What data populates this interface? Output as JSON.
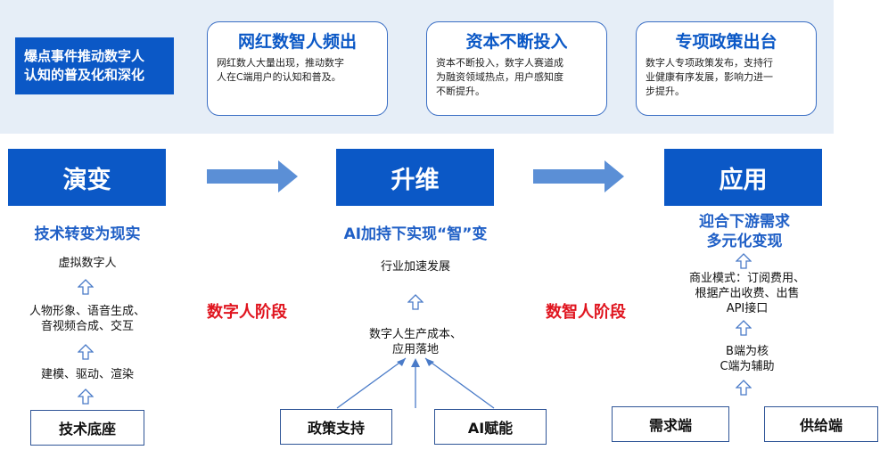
{
  "top": {
    "label": "爆点事件推动数字人\n认知的普及化和深化",
    "cards": [
      {
        "title": "网红数智人频出",
        "desc": "网红数人大量出现，推动数字\n人在C端用户的认知和普及。"
      },
      {
        "title": "资本不断投入",
        "desc": "资本不断投入，数字人赛道成\n为融资领域热点，用户感知度\n不断提升。"
      },
      {
        "title": "专项政策出台",
        "desc": "数字人专项政策发布，支持行\n业健康有序发展，影响力进一\n步提升。"
      }
    ]
  },
  "stages": [
    {
      "title": "演变",
      "subtitle": "技术转变为现实"
    },
    {
      "title": "升维",
      "subtitle": "AI加持下实现“智”变"
    },
    {
      "title": "应用",
      "subtitle": "迎合下游需求\n多元化变现"
    }
  ],
  "phases": {
    "left": "数字人阶段",
    "right": "数智人阶段"
  },
  "col1": {
    "steps": [
      "虚拟数字人",
      "人物形象、语音生成、\n音视频合成、交互",
      "建模、驱动、渲染"
    ],
    "base": "技术底座"
  },
  "col2": {
    "steps": [
      "行业加速发展",
      "数字人生产成本、\n应用落地"
    ],
    "bases": [
      "政策支持",
      "AI赋能"
    ]
  },
  "col3": {
    "steps": [
      "商业模式：订阅费用、\n根据产出收费、出售\nAPI接口",
      "B端为核\nC端为辅助"
    ],
    "bases": [
      "需求端",
      "供给端"
    ]
  },
  "colors": {
    "primary": "#0b58c6",
    "accent_red": "#e0141e",
    "arrow": "#5b8fd6",
    "band": "#e6eef7"
  }
}
